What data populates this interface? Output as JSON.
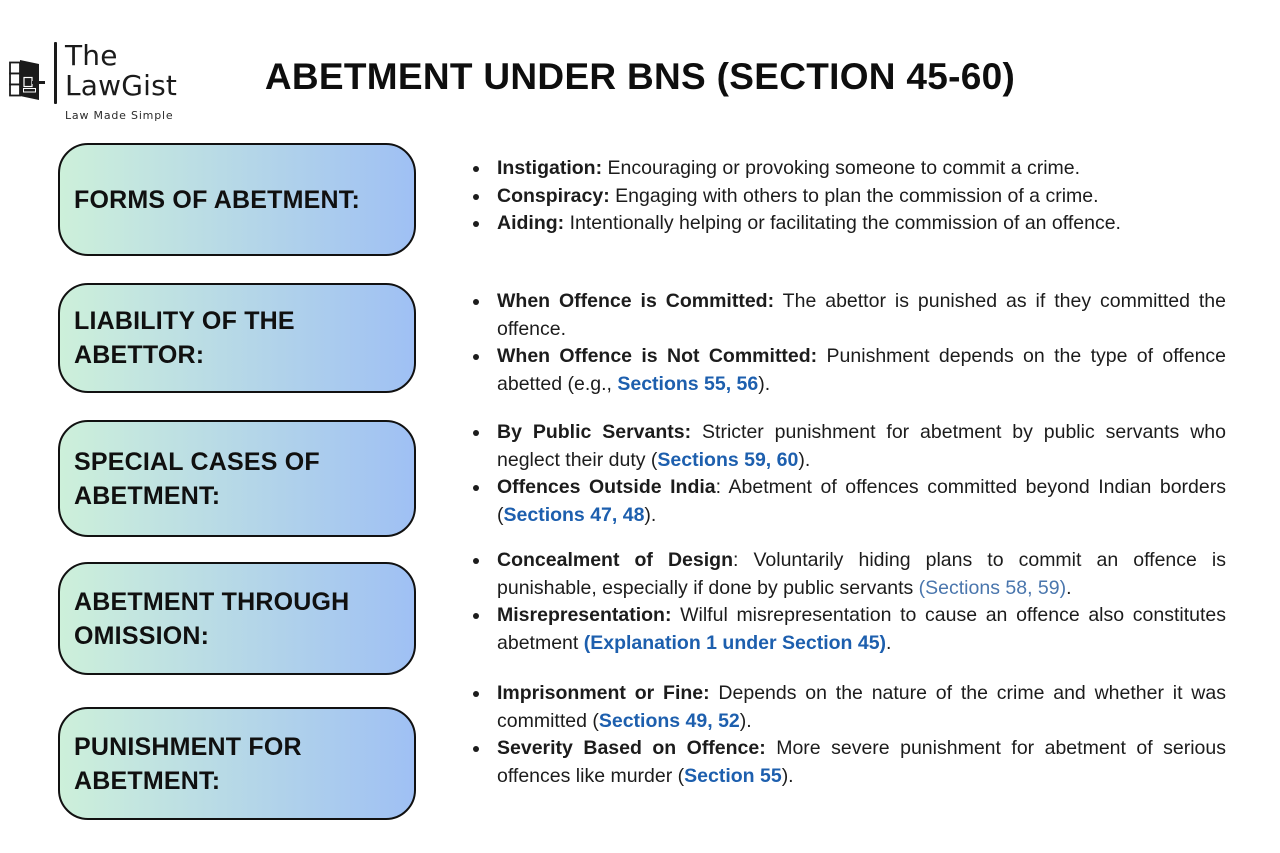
{
  "brand": {
    "line1": "The",
    "line2": "LawGist",
    "tagline": "Law Made Simple",
    "icon": "book-gavel-icon"
  },
  "title": "ABETMENT UNDER BNS (SECTION 45-60)",
  "colors": {
    "box_gradient_start": "#cdf0da",
    "box_gradient_end": "#9fc0f4",
    "box_border": "#111111",
    "section_ref_bold_blue": "#1d5fae",
    "section_ref_regular_blue": "#4a76ad",
    "body_text": "#1c1c1c"
  },
  "sections": [
    {
      "heading": "FORMS OF ABETMENT:",
      "bullets": [
        [
          {
            "t": "Instigation:",
            "s": "b"
          },
          {
            "t": " Encouraging or provoking someone to commit a crime.",
            "s": "n"
          }
        ],
        [
          {
            "t": "Conspiracy:",
            "s": "b"
          },
          {
            "t": " Engaging with others to plan the commission of a crime.",
            "s": "n"
          }
        ],
        [
          {
            "t": "Aiding:",
            "s": "b"
          },
          {
            "t": " Intentionally helping or facilitating the commission of an offence.",
            "s": "n"
          }
        ]
      ]
    },
    {
      "heading": "LIABILITY OF THE ABETTOR:",
      "bullets": [
        [
          {
            "t": "When Offence is Committed:",
            "s": "b"
          },
          {
            "t": " The abettor is punished as if they committed the offence.",
            "s": "n"
          }
        ],
        [
          {
            "t": "When Offence is Not Committed:",
            "s": "b"
          },
          {
            "t": " Punishment depends on the type of offence abetted (e.g., ",
            "s": "n"
          },
          {
            "t": "Sections 55, 56",
            "s": "bb"
          },
          {
            "t": ").",
            "s": "n"
          }
        ]
      ]
    },
    {
      "heading": "SPECIAL CASES OF ABETMENT:",
      "bullets": [
        [
          {
            "t": "By Public Servants:",
            "s": "b"
          },
          {
            "t": " Stricter punishment for abetment by public servants who neglect their duty (",
            "s": "n"
          },
          {
            "t": "Sections 59, 60",
            "s": "bb"
          },
          {
            "t": ").",
            "s": "n"
          }
        ],
        [
          {
            "t": "Offences Outside India",
            "s": "b"
          },
          {
            "t": ": Abetment of offences committed beyond Indian borders (",
            "s": "n"
          },
          {
            "t": "Sections 47, 48",
            "s": "bb"
          },
          {
            "t": ").",
            "s": "n"
          }
        ]
      ]
    },
    {
      "heading": "ABETMENT THROUGH OMISSION:",
      "bullets": [
        [
          {
            "t": "Concealment of Design",
            "s": "b"
          },
          {
            "t": ": Voluntarily hiding plans to commit an offence is punishable, especially if done by public servants ",
            "s": "n"
          },
          {
            "t": "(Sections 58, 59)",
            "s": "nb"
          },
          {
            "t": ".",
            "s": "n"
          }
        ],
        [
          {
            "t": "Misrepresentation:",
            "s": "b"
          },
          {
            "t": " Wilful misrepresentation to cause an offence also constitutes abetment ",
            "s": "n"
          },
          {
            "t": "(Explanation 1 under Section 45)",
            "s": "bb"
          },
          {
            "t": ".",
            "s": "n"
          }
        ]
      ]
    },
    {
      "heading": "PUNISHMENT FOR ABETMENT:",
      "bullets": [
        [
          {
            "t": "Imprisonment or Fine:",
            "s": "b"
          },
          {
            "t": " Depends on the nature of the crime and whether it was committed (",
            "s": "n"
          },
          {
            "t": "Sections 49, 52",
            "s": "bb"
          },
          {
            "t": ").",
            "s": "n"
          }
        ],
        [
          {
            "t": "Severity Based on Offence:",
            "s": "b"
          },
          {
            "t": " More severe punishment for abetment of serious offences like murder (",
            "s": "n"
          },
          {
            "t": "Section 55",
            "s": "bb"
          },
          {
            "t": ").",
            "s": "n"
          }
        ]
      ]
    }
  ]
}
